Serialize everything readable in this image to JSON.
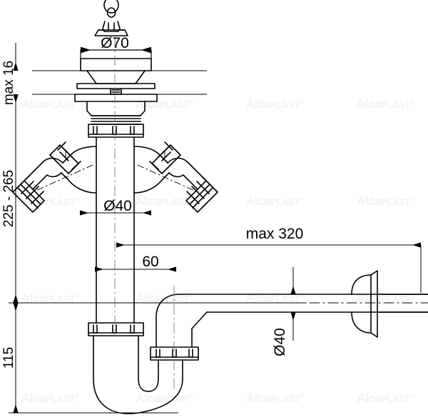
{
  "drawing": {
    "title": "Sink bottle trap technical drawing",
    "background": "#ffffff",
    "line_color": "#000000",
    "watermark": {
      "text_main": "Alca",
      "text_bold": "PLAST",
      "text_mark": "®",
      "color": "#f2f2f2"
    },
    "dimensions": {
      "diameter_top": "Ø70",
      "height_max_top": "max 16",
      "height_range": "225 - 265",
      "diameter_pipe": "Ø40",
      "offset_60": "60",
      "length_max": "max 320",
      "diameter_outlet": "Ø40",
      "height_bottom": "115"
    }
  }
}
